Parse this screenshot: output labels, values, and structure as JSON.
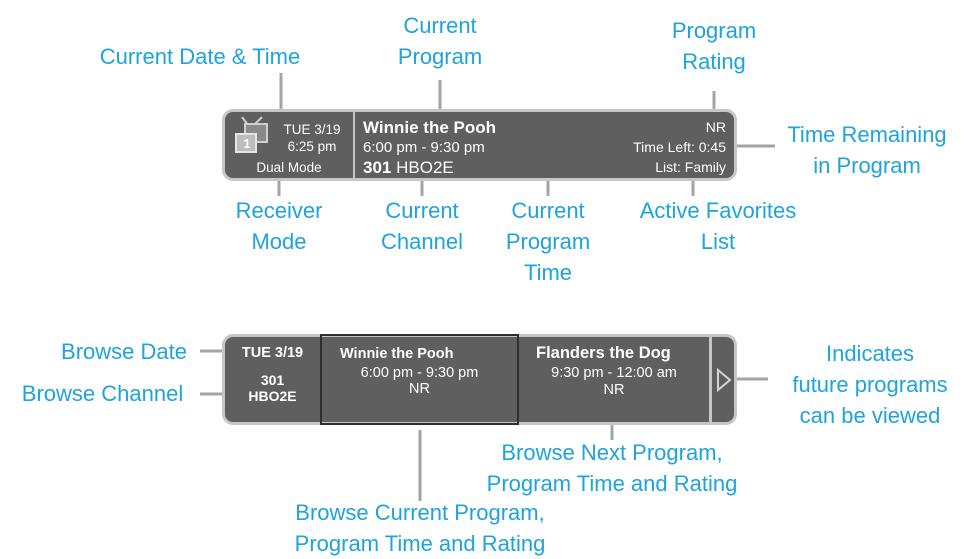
{
  "colors": {
    "callout": "#1ea3dc",
    "panel": "#5f5f5f",
    "panel_border": "#c6c6c6",
    "leader": "#a5a5a5"
  },
  "info_banner": {
    "tv_icon_channel": "1",
    "date": "TUE 3/19",
    "time": "6:25 pm",
    "mode": "Dual Mode",
    "program_title": "Winnie the Pooh",
    "program_time": "6:00 pm - 9:30 pm",
    "channel_number": "301",
    "channel_name": "HBO2E",
    "rating": "NR",
    "time_left": "Time Left: 0:45",
    "favorites_list": "List: Family"
  },
  "browse_banner": {
    "date": "TUE 3/19",
    "channel_number": "301",
    "channel_name": "HBO2E",
    "current": {
      "title": "Winnie the Pooh",
      "time": "6:00 pm - 9:30 pm",
      "rating": "NR"
    },
    "next": {
      "title": "Flanders the Dog",
      "time": "9:30 pm - 12:00 am",
      "rating": "NR"
    }
  },
  "callouts": {
    "current_date_time": "Current Date & Time",
    "current_program": [
      "Current",
      "Program"
    ],
    "program_rating": [
      "Program",
      "Rating"
    ],
    "time_remaining": [
      "Time Remaining",
      "in Program"
    ],
    "receiver_mode": [
      "Receiver",
      "Mode"
    ],
    "current_channel": [
      "Current",
      "Channel"
    ],
    "current_program_time": [
      "Current",
      "Program",
      "Time"
    ],
    "active_favorites": [
      "Active Favorites",
      "List"
    ],
    "browse_date": "Browse Date",
    "browse_channel": "Browse Channel",
    "future_programs": [
      "Indicates",
      "future programs",
      "can be viewed"
    ],
    "browse_next": [
      "Browse Next Program,",
      "Program Time and Rating"
    ],
    "browse_current": [
      "Browse Current Program,",
      "Program Time and Rating"
    ]
  }
}
